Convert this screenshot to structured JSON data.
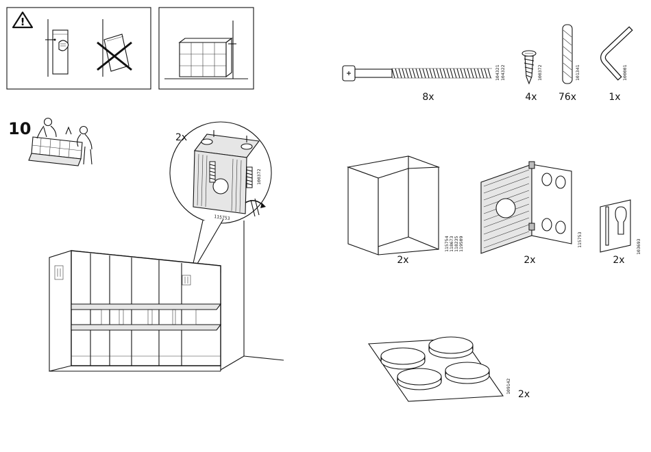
{
  "step": {
    "number": "10"
  },
  "warning_panel": {
    "icon": "warning-triangle-icon",
    "symbol": "!"
  },
  "step_detail": {
    "quantity": "2x",
    "screw_code": "100372",
    "bracket_code": "115753"
  },
  "parts": [
    {
      "id": "bolt",
      "quantity": "8x",
      "codes": [
        "104321",
        "104322"
      ]
    },
    {
      "id": "screw",
      "quantity": "4x",
      "codes": [
        "100372"
      ]
    },
    {
      "id": "dowel",
      "quantity": "76x",
      "codes": [
        "101341"
      ]
    },
    {
      "id": "allen-key",
      "quantity": "1x",
      "codes": [
        "100001"
      ]
    },
    {
      "id": "corner-block",
      "quantity": "2x",
      "codes": [
        "115754",
        "118673",
        "118235",
        "119509"
      ]
    },
    {
      "id": "hinge-bracket",
      "quantity": "2x",
      "codes": [
        "115753"
      ]
    },
    {
      "id": "wall-plate",
      "quantity": "2x",
      "codes": [
        "103693"
      ]
    },
    {
      "id": "felt-pads",
      "quantity": "2x",
      "codes": [
        "109142"
      ]
    }
  ]
}
